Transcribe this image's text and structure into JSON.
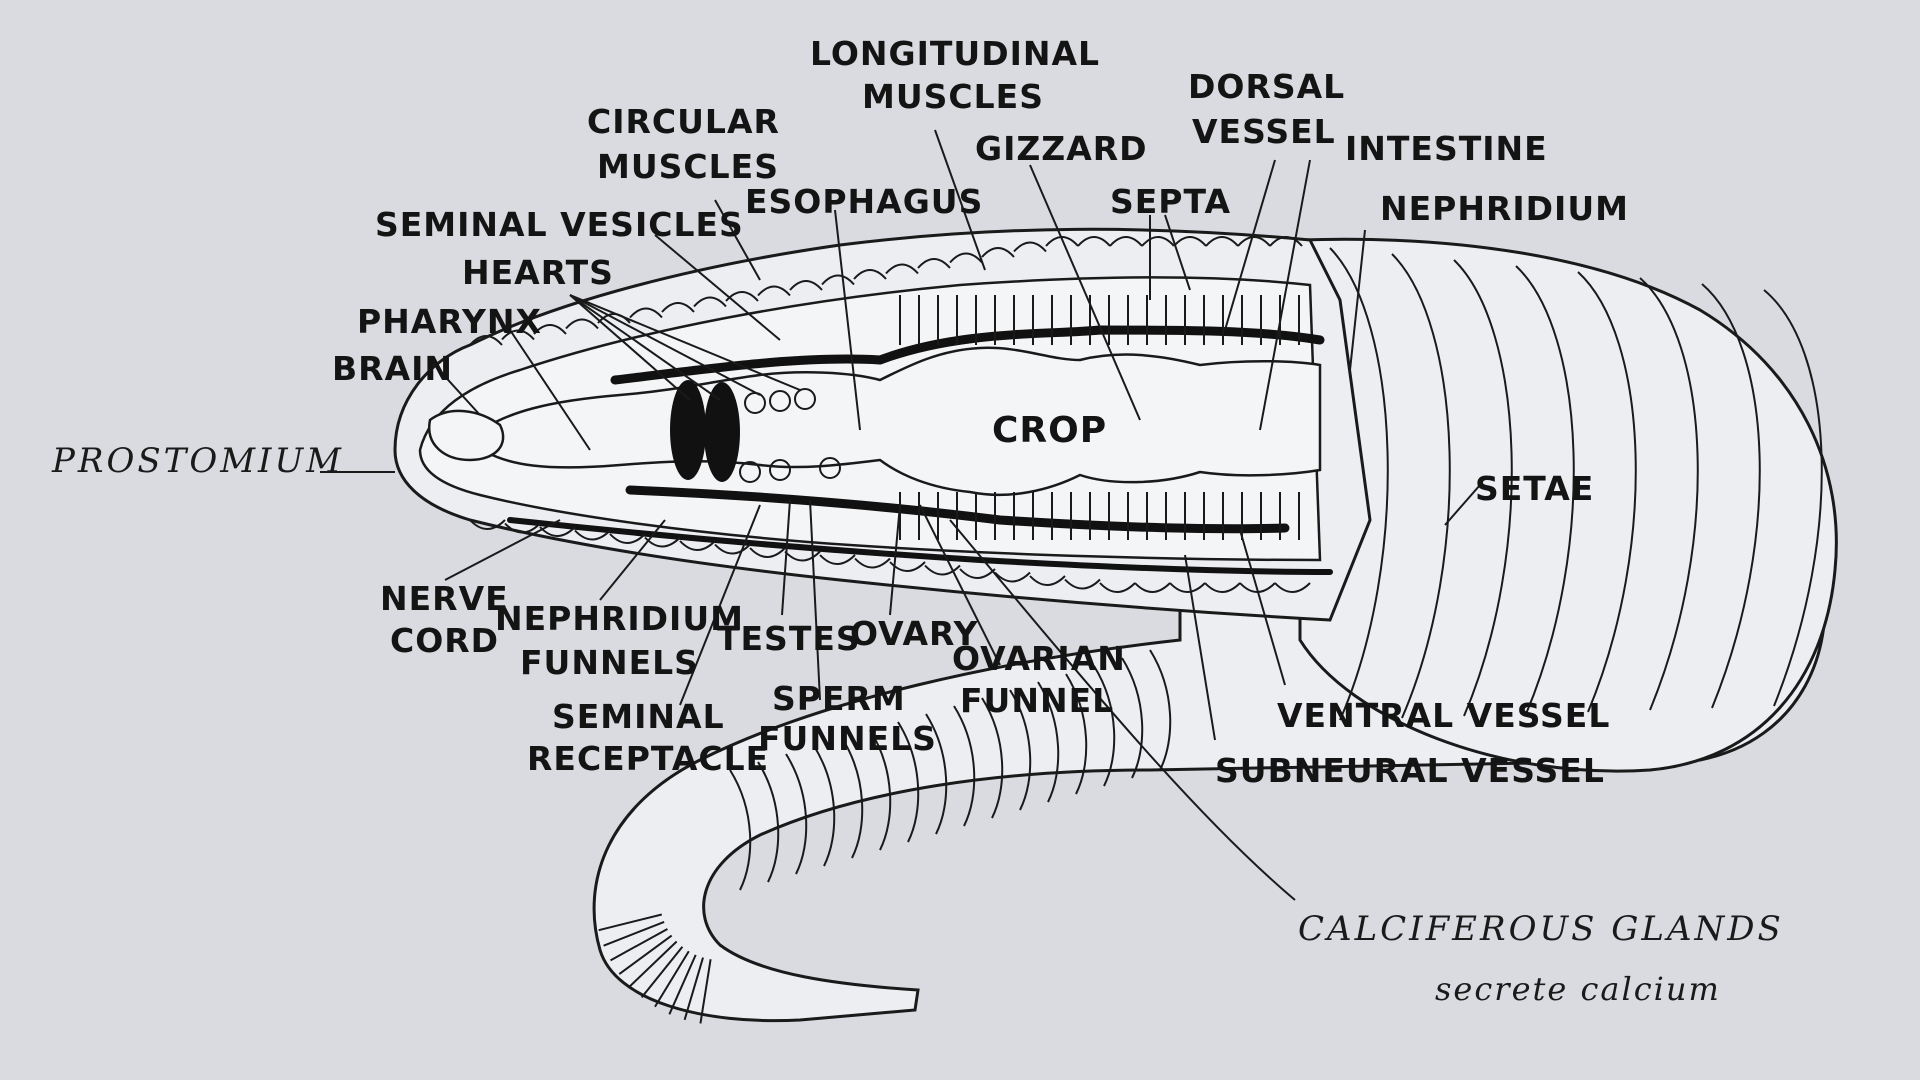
{
  "labels": {
    "longitudinal_muscles_1": "LONGITUDINAL",
    "longitudinal_muscles_2": "MUSCLES",
    "dorsal_vessel_1": "DORSAL",
    "dorsal_vessel_2": "VESSEL",
    "circular_muscles_1": "CIRCULAR",
    "circular_muscles_2": "MUSCLES",
    "gizzard": "GIZZARD",
    "intestine": "INTESTINE",
    "esophagus": "ESOPHAGUS",
    "septa": "SEPTA",
    "nephridium": "NEPHRIDIUM",
    "seminal_vesicles": "SEMINAL VESICLES",
    "hearts": "HEARTS",
    "pharynx": "PHARYNX",
    "brain": "BRAIN",
    "prostomium": "PROSTOMIUM",
    "crop": "CROP",
    "setae": "SETAE",
    "nerve_cord_1": "NERVE",
    "nerve_cord_2": "CORD",
    "nephridium_funnels_1": "NEPHRIDIUM",
    "nephridium_funnels_2": "FUNNELS",
    "testes": "TESTES",
    "ovary": "OVARY",
    "ovarian_funnel_1": "OVARIAN",
    "ovarian_funnel_2": "FUNNEL",
    "seminal_receptacle_1": "SEMINAL",
    "seminal_receptacle_2": "RECEPTACLE",
    "sperm_funnels_1": "SPERM",
    "sperm_funnels_2": "FUNNELS",
    "ventral_vessel": "VENTRAL VESSEL",
    "subneural_vessel": "SUBNEURAL VESSEL",
    "calciferous_glands": "CALCIFEROUS GLANDS",
    "secrete_calcium": "secrete calcium"
  },
  "colors": {
    "background": "#d9dbe1",
    "ink": "#141414"
  }
}
